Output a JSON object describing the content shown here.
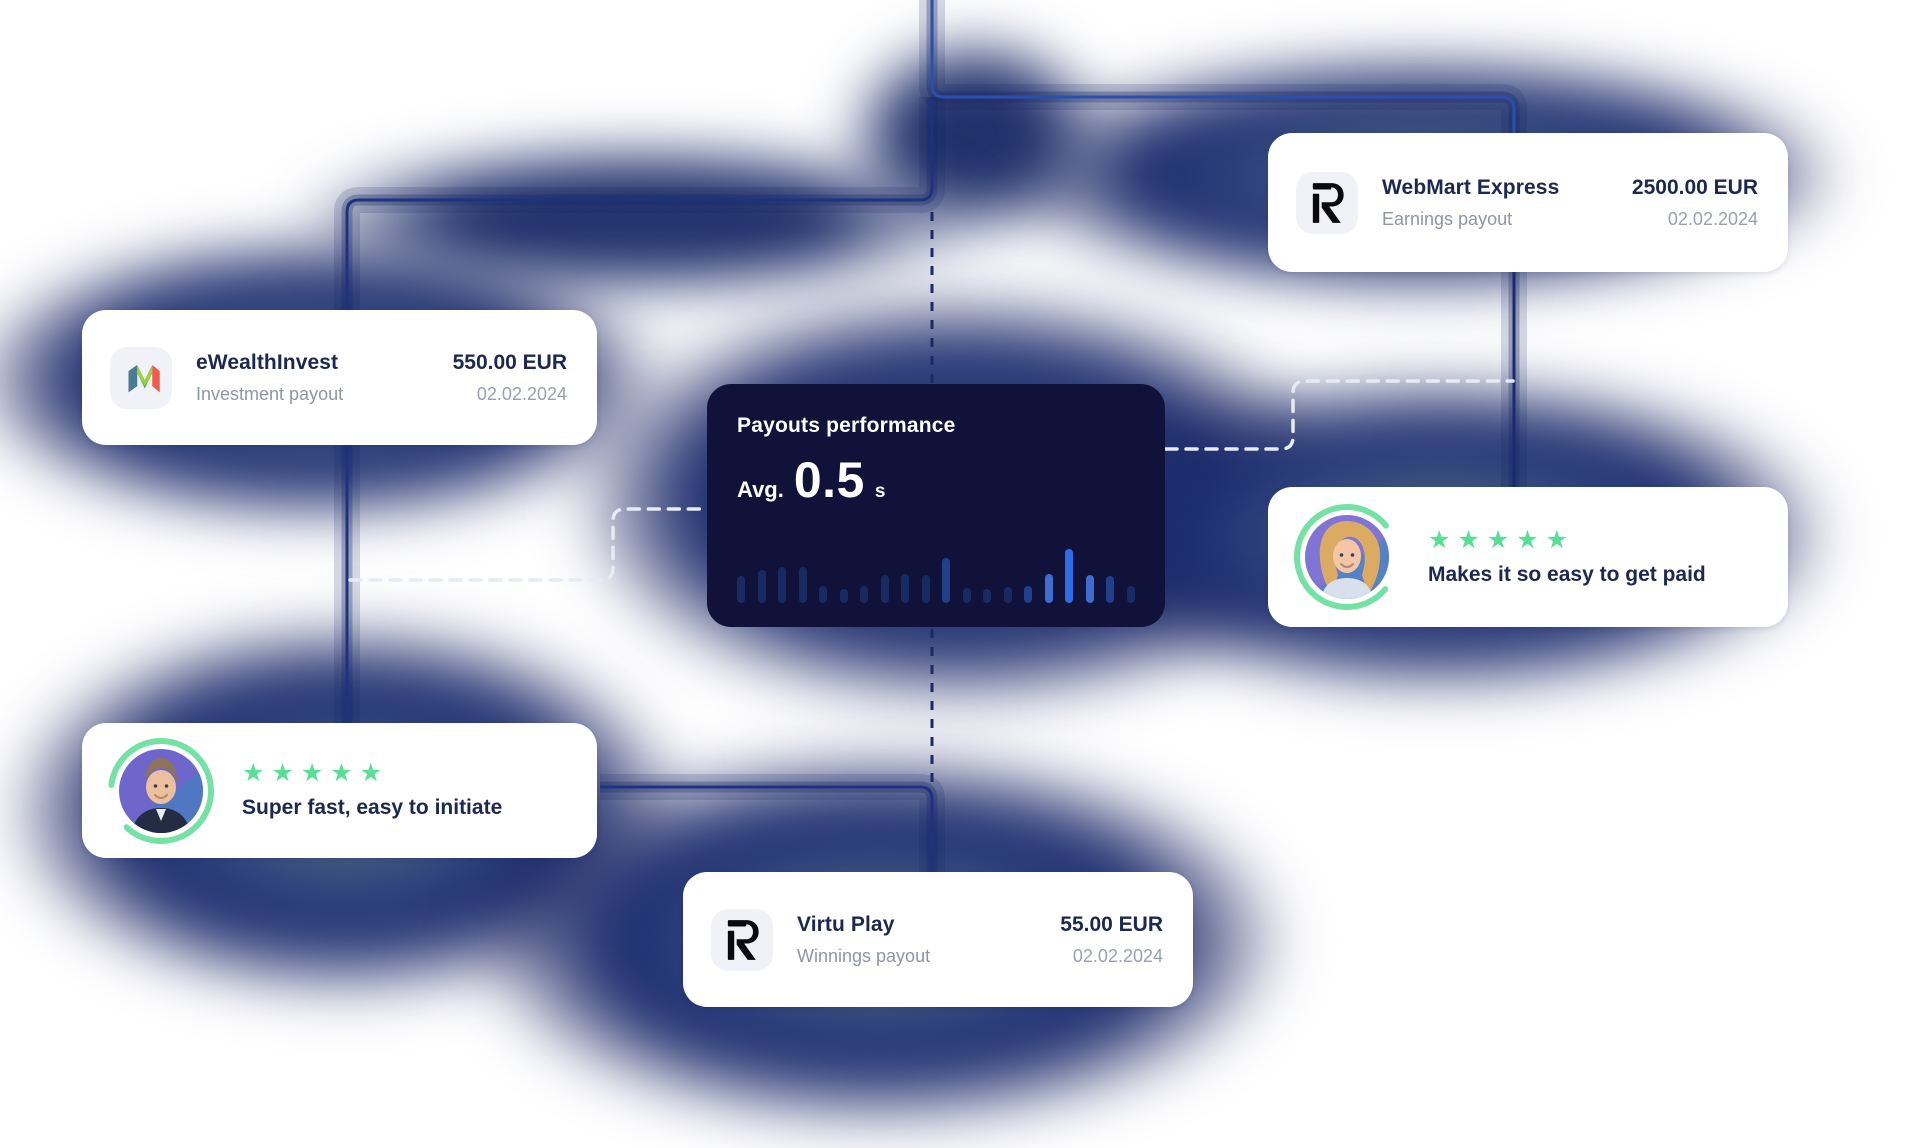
{
  "accent": {
    "star_green": "#57e095",
    "arc_green": "#74e2a4",
    "line_blue": "#1e3283",
    "line_blue_bright": "#2b4fae",
    "dash_white": "#e6ebf5",
    "dash_navy": "#1b2a66",
    "card_text_navy": "#1c2752",
    "muted_text": "#8f95a8",
    "dark_card_bg": "#10123a"
  },
  "cards": {
    "webmart": {
      "name": "WebMart Express",
      "subtitle": "Earnings payout",
      "amount": "2500.00 EUR",
      "date": "02.02.2024",
      "logo": "revolut-r-icon"
    },
    "ewealth": {
      "name": "eWealthInvest",
      "subtitle": "Investment payout",
      "amount": "550.00 EUR",
      "date": "02.02.2024",
      "logo": "m-icon"
    },
    "virtu": {
      "name": "Virtu Play",
      "subtitle": "Winnings payout",
      "amount": "55.00 EUR",
      "date": "02.02.2024",
      "logo": "revolut-r-icon"
    }
  },
  "reviews": {
    "right": {
      "stars": "★★★★★",
      "rating": 5,
      "quote": "Makes it so easy to get paid"
    },
    "left": {
      "stars": "★★★★★",
      "rating": 5,
      "quote": "Super fast, easy to initiate"
    }
  },
  "performance": {
    "title": "Payouts performance",
    "avg_label": "Avg.",
    "avg_value": "0.5",
    "avg_unit": "s"
  },
  "chart_data": {
    "type": "bar",
    "title": "Payouts performance",
    "subtitle": "Avg. 0.5 s",
    "xlabel": "",
    "ylabel": "",
    "axes": "none",
    "grid": false,
    "legend": "none",
    "values": [
      27,
      33,
      36,
      36,
      17,
      14,
      17,
      28,
      29,
      28,
      45,
      15,
      14,
      16,
      17,
      29,
      54,
      28,
      27,
      17
    ],
    "emphasis": [
      "n",
      "n",
      "n",
      "n",
      "n",
      "n",
      "n",
      "n",
      "n",
      "n",
      "m",
      "n",
      "n",
      "n",
      "m",
      "h",
      "b",
      "h",
      "m",
      "n"
    ],
    "bar_colors": {
      "n": "#172a62",
      "m": "#20408c",
      "h": "#3f6cd0",
      "b": "#2e6ce8"
    }
  }
}
